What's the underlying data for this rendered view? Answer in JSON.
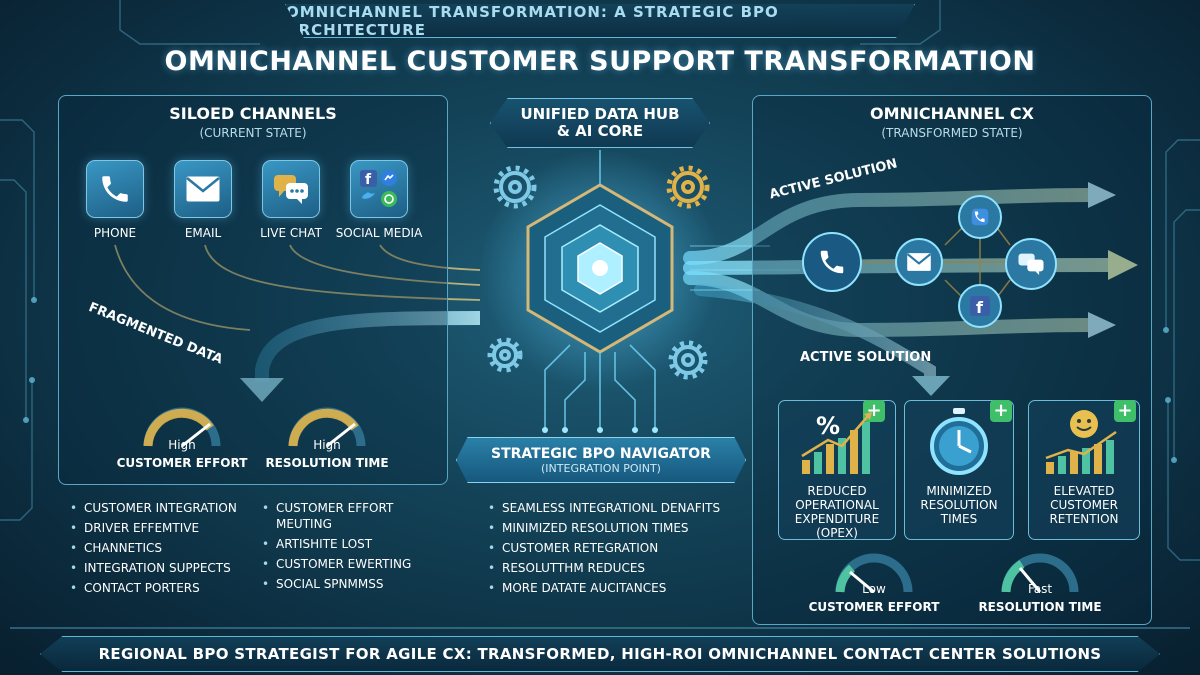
{
  "banner": "OMNICHANNEL TRANSFORMATION: A STRATEGIC BPO ARCHITECTURE",
  "title": "OMNICHANNEL CUSTOMER SUPPORT TRANSFORMATION",
  "left_panel": {
    "title": "SILOED CHANNELS",
    "subtitle": "(CURRENT STATE)",
    "channels": [
      {
        "label": "PHONE",
        "icon": "phone-icon"
      },
      {
        "label": "EMAIL",
        "icon": "envelope-icon"
      },
      {
        "label": "LIVE CHAT",
        "icon": "chat-bubbles-icon"
      },
      {
        "label": "SOCIAL MEDIA",
        "icon": "social-media-icon"
      }
    ],
    "flow_label": "FRAGMENTED DATA",
    "gauges": [
      {
        "value": "High",
        "label": "CUSTOMER EFFORT",
        "level": 0.85
      },
      {
        "value": "High",
        "label": "RESOLUTION TIME",
        "level": 0.85
      }
    ]
  },
  "hub": {
    "line1": "UNIFIED DATA HUB",
    "line2": "& AI CORE"
  },
  "navigator": {
    "title": "STRATEGIC BPO NAVIGATOR",
    "subtitle": "(INTEGRATION POINT)"
  },
  "right_panel": {
    "title": "OMNICHANNEL CX",
    "subtitle": "(TRANSFORMED STATE)",
    "flow_label_top": "ACTIVE SOLUTION",
    "flow_label_bottom": "ACTIVE SOLUTION",
    "cards": [
      {
        "label": "REDUCED OPERATIONAL EXPENDITURE (OPEX)",
        "icon": "percent-growth-icon"
      },
      {
        "label": "MINIMIZED RESOLUTION TIMES",
        "icon": "stopwatch-icon"
      },
      {
        "label": "ELEVATED CUSTOMER RETENTION",
        "icon": "smiley-growth-icon"
      }
    ],
    "gauges": [
      {
        "value": "Low",
        "label": "CUSTOMER EFFORT",
        "level": 0.15
      },
      {
        "value": "Fast",
        "label": "RESOLUTION TIME",
        "level": 0.2
      }
    ]
  },
  "bullets_col1": [
    "CUSTOMER INTEGRATION",
    "DRIVER EFFEMTIVE",
    "CHANNETICS",
    "INTEGRATION SUPPECTS",
    "CONTACT PORTERS"
  ],
  "bullets_col2": [
    "CUSTOMER EFFORT MEUTING",
    "ARTISHITE LOST",
    "CUSTOMER EWERTING",
    "SOCIAL SPNMMSS"
  ],
  "bullets_col3": [
    "SEAMLESS INTEGRATIONL DENAFITS",
    "MINIMIZED RESOLUTION TIMES",
    "CUSTOMER RETEGRATION",
    "RESOLUTTHM REDUCES",
    "MORE DATATE AUCITANCES"
  ],
  "footer": "REGIONAL BPO STRATEGIST FOR AGILE CX: TRANSFORMED, HIGH-ROI OMNICHANNEL CONTACT CENTER SOLUTIONS",
  "colors": {
    "accent": "#5fb8d6",
    "glow": "#7fd8ff",
    "plus": "#3fbf6a",
    "gauge_high": "#e0b24a",
    "gauge_low": "#4fc3a1"
  }
}
